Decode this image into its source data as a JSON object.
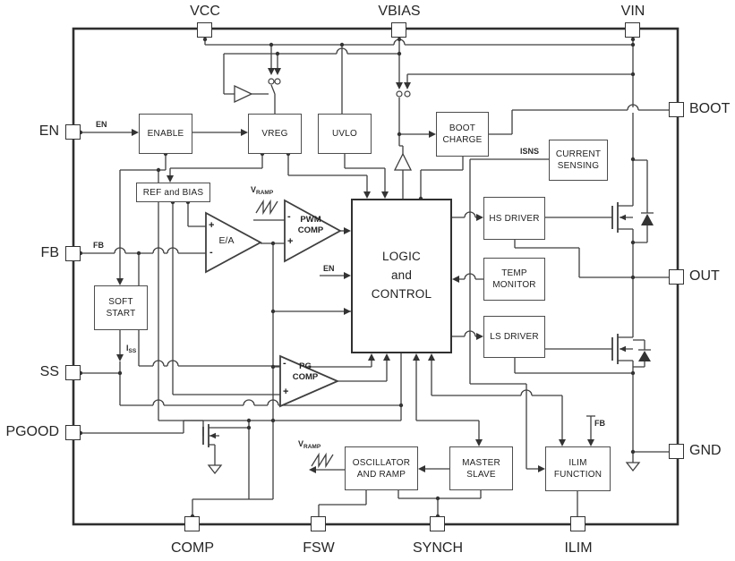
{
  "diagram": {
    "pins": {
      "top": [
        {
          "id": "vcc",
          "label": "VCC"
        },
        {
          "id": "vbias",
          "label": "VBIAS"
        },
        {
          "id": "vin",
          "label": "VIN"
        }
      ],
      "left": [
        {
          "id": "en",
          "label": "EN"
        },
        {
          "id": "fb",
          "label": "FB"
        },
        {
          "id": "ss",
          "label": "SS"
        },
        {
          "id": "pgood",
          "label": "PGOOD"
        }
      ],
      "right": [
        {
          "id": "boot",
          "label": "BOOT"
        },
        {
          "id": "out",
          "label": "OUT"
        },
        {
          "id": "gnd",
          "label": "GND"
        }
      ],
      "bottom": [
        {
          "id": "comp",
          "label": "COMP"
        },
        {
          "id": "fsw",
          "label": "FSW"
        },
        {
          "id": "synch",
          "label": "SYNCH"
        },
        {
          "id": "ilim",
          "label": "ILIM"
        }
      ]
    },
    "blocks": [
      {
        "id": "enable",
        "label": "ENABLE"
      },
      {
        "id": "vreg",
        "label": "VREG"
      },
      {
        "id": "uvlo",
        "label": "UVLO"
      },
      {
        "id": "boot-charge",
        "label": "BOOT CHARGE"
      },
      {
        "id": "current-sensing",
        "label": "CURRENT SENSING"
      },
      {
        "id": "ref-and-bias",
        "label": "REF and BIAS"
      },
      {
        "id": "soft-start",
        "label": "SOFT START"
      },
      {
        "id": "logic-and-control",
        "label": "LOGIC\nand\nCONTROL"
      },
      {
        "id": "hs-driver",
        "label": "HS DRIVER"
      },
      {
        "id": "temp-monitor",
        "label": "TEMP MONITOR"
      },
      {
        "id": "ls-driver",
        "label": "LS DRIVER"
      },
      {
        "id": "oscillator-and-ramp",
        "label": "OSCILLATOR AND RAMP"
      },
      {
        "id": "master-slave",
        "label": "MASTER SLAVE"
      },
      {
        "id": "ilim-function",
        "label": "ILIM FUNCTION"
      }
    ],
    "amplifiers": [
      {
        "id": "error-amp",
        "label": "E/A",
        "plus": "+",
        "minus": "-"
      },
      {
        "id": "pwm-comparator",
        "label": "PWM\nCOMP",
        "plus": "+",
        "minus": "-"
      },
      {
        "id": "pg-comparator",
        "label": "PG\nCOMP",
        "plus": "+",
        "minus": "-"
      }
    ],
    "wire_labels": {
      "en_input": "EN",
      "fb_input": "FB",
      "en_logic": "EN",
      "isns": "ISNS",
      "fb_ilim": "FB",
      "iss_main": "I",
      "iss_sub": "SS",
      "vramp_main": "V",
      "vramp_sub": "RAMP"
    },
    "colors": {
      "wire": "#3f3f3f",
      "block_border": "#4d4d4d",
      "outer_border": "#2e2e2e",
      "text": "#222222",
      "background": "#ffffff"
    }
  }
}
